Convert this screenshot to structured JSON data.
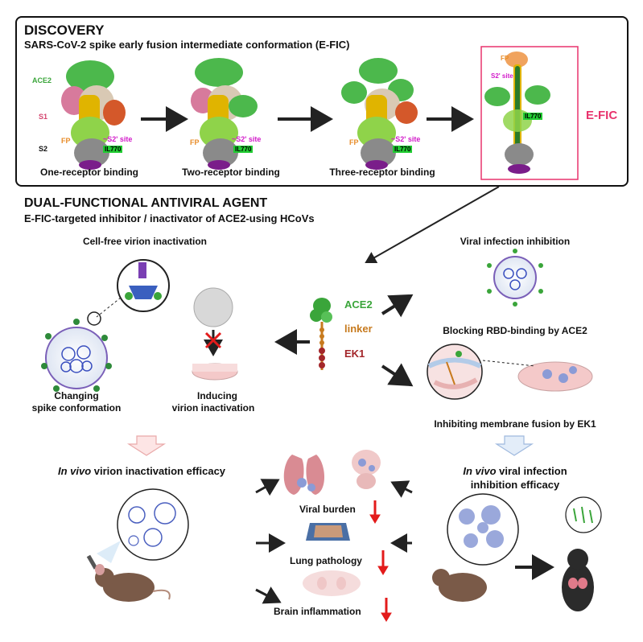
{
  "discovery": {
    "heading": "DISCOVERY",
    "subheading": "SARS-CoV-2 spike early fusion intermediate conformation (E-FIC)",
    "stages": [
      "One-receptor binding",
      "Two-receptor binding",
      "Three-receptor binding"
    ],
    "labels": {
      "ace2": "ACE2",
      "s1": "S1",
      "s2": "S2",
      "fp": "FP",
      "s2site": "~S2' site",
      "s2site_top": "S2' site",
      "il770": "IL770"
    },
    "efic": "E-FIC"
  },
  "agent": {
    "heading": "DUAL-FUNCTIONAL ANTIVIRAL AGENT",
    "subheading": "E-FIC-targeted inhibitor / inactivator of ACE2-using HCoVs",
    "molecule": {
      "ace2": "ACE2",
      "linker": "linker",
      "ek1": "EK1"
    },
    "cell_free": {
      "title": "Cell-free virion inactivation",
      "left_caption": [
        "Changing",
        "spike conformation"
      ],
      "right_caption": [
        "Inducing",
        "virion inactivation"
      ]
    },
    "viral_inhibition": {
      "title": "Viral infection inhibition",
      "blocking": "Blocking RBD-binding by ACE2",
      "inhibiting": "Inhibiting membrane fusion by EK1"
    },
    "invivo_left": {
      "italic": "In vivo",
      "rest": " virion inactivation efficacy"
    },
    "invivo_right": {
      "italic": "In vivo",
      "rest": " viral infection",
      "line2": "inhibition efficacy"
    },
    "outcomes": [
      "Viral burden",
      "Lung pathology",
      "Brain inflammation"
    ]
  },
  "colors": {
    "ace2": "#3aa53a",
    "linker": "#c77a1e",
    "ek1": "#a3262a",
    "efic": "#e8336d",
    "down_arrow": "#e31b1b"
  }
}
